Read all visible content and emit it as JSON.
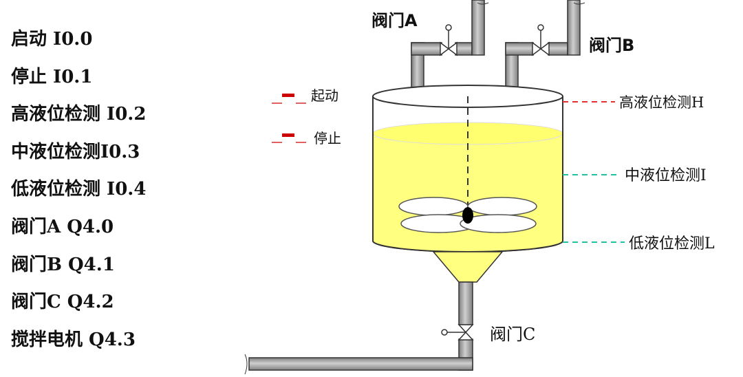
{
  "io_list": [
    {
      "text": "启动 I0.0"
    },
    {
      "text": "停止 I0.1"
    },
    {
      "text": "高液位检测 I0.2"
    },
    {
      "text": "中液位检测I0.3"
    },
    {
      "text": "低液位检测 I0.4"
    },
    {
      "text": "阀门A  Q4.0"
    },
    {
      "text": "阀门B  Q4.1"
    },
    {
      "text": "阀门C  Q4.2"
    },
    {
      "text": "搅拌电机 Q4.3"
    }
  ],
  "diagram": {
    "valve_a": "阀门A",
    "valve_b": "阀门B",
    "valve_c": "阀门C",
    "start_button": "起动",
    "stop_button": "停止",
    "level_high": "高液位检测H",
    "level_mid": "中液位检测I",
    "level_low": "低液位检测L"
  },
  "colors": {
    "liquid": "#ffff80",
    "pipe": "#a9a9a9",
    "high_marker": "#e03030",
    "mid_low_marker": "#20c0a0",
    "button": "#cc0000"
  }
}
